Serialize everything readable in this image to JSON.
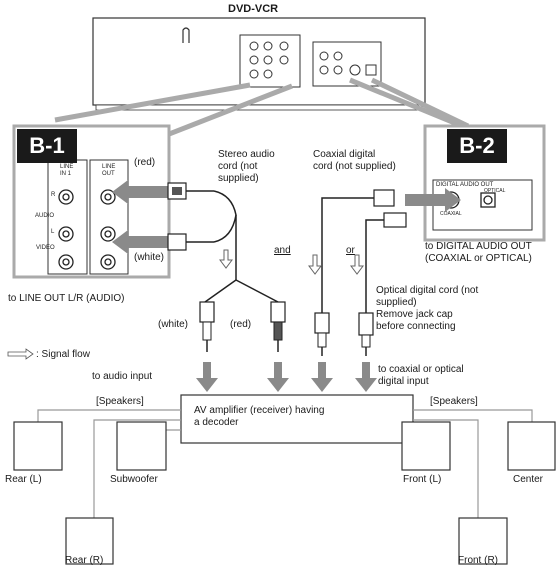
{
  "device_title": "DVD-VCR",
  "panels": {
    "b1": {
      "badge": "B-1",
      "line_in_label": "LINE\nIN 1",
      "line_out_label": "LINE\nOUT",
      "r_label": "R",
      "audio_label": "AUDIO",
      "l_label": "L",
      "video_label": "VIDEO",
      "caption": "to LINE OUT L/R (AUDIO)"
    },
    "b2": {
      "badge": "B-2",
      "jack_header": "DIGITAL AUDIO OUT",
      "optical_label": "OPTICAL",
      "coaxial_label": "COAXIAL",
      "caption": "to DIGITAL AUDIO OUT\n(COAXIAL or OPTICAL)"
    }
  },
  "cables": {
    "red_top": "(red)",
    "white_top": "(white)",
    "stereo_cord": "Stereo audio\ncord (not\nsupplied)",
    "coaxial_cord": "Coaxial digital\ncord (not supplied)",
    "and_label": "and",
    "or_label": "or",
    "optical_cord": "Optical digital cord (not\nsupplied)\nRemove jack cap\nbefore connecting",
    "white_bottom": "(white)",
    "red_bottom": "(red)"
  },
  "signal_flow_legend": ": Signal flow",
  "inputs": {
    "audio_input": "to audio input",
    "digital_input": "to coaxial or optical\ndigital input"
  },
  "amplifier": "AV amplifier (receiver) having\na decoder",
  "speakers_left": "[Speakers]",
  "speakers_right": "[Speakers]",
  "speakers": {
    "rear_l": "Rear (L)",
    "subwoofer": "Subwoofer",
    "front_l": "Front (L)",
    "center": "Center",
    "rear_r": "Rear (R)",
    "front_r": "Front (R)"
  }
}
